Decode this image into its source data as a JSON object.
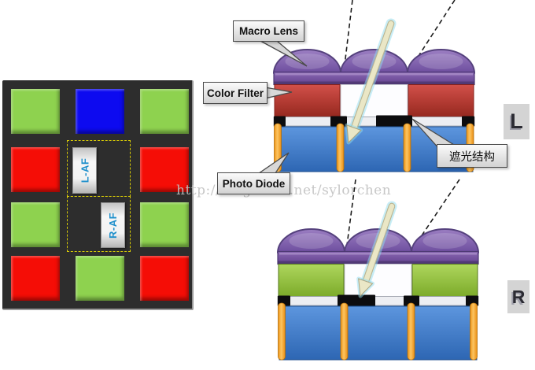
{
  "labels": {
    "macro_lens": "Macro Lens",
    "color_filter": "Color Filter",
    "photo_diode": "Photo Diode",
    "shield_structure": "遮光结构",
    "left_view": "L",
    "right_view": "R"
  },
  "sensor_array": {
    "af_left_label": "L-AF",
    "af_right_label": "R-AF",
    "grid": [
      [
        "green",
        "blue",
        "green"
      ],
      [
        "red",
        "af",
        "red"
      ],
      [
        "green",
        "af",
        "green"
      ],
      [
        "red",
        "green",
        "red"
      ]
    ]
  },
  "watermark": "http://blog.csdn.net/sylorchen",
  "colors": {
    "panel-bg": "#2d2d2d",
    "cell-green": "#8ED24F",
    "cell-blue": "#0D0AF0",
    "cell-red": "#F50D06",
    "af-outline-yellow": "#D8CB06",
    "af-text-blue": "#1E8FCB",
    "lens-purple": "#7B5BA6",
    "filter-red": "#C0392B",
    "filter-green": "#94C63C",
    "diode-blue": "#3D7CC9",
    "pillar-orange": "#F6A022",
    "shield-black": "#0C0C0E",
    "strip-white": "#EDEEF2",
    "ray-black": "#1C1C1C",
    "arrow-shaft": "#EAE7C6",
    "arrow-glow": "#8FDBEE",
    "callout-border": "#4A4A4A",
    "label-box-bg": "#D4D4D4",
    "watermark-gray": "#C2C2C2"
  }
}
